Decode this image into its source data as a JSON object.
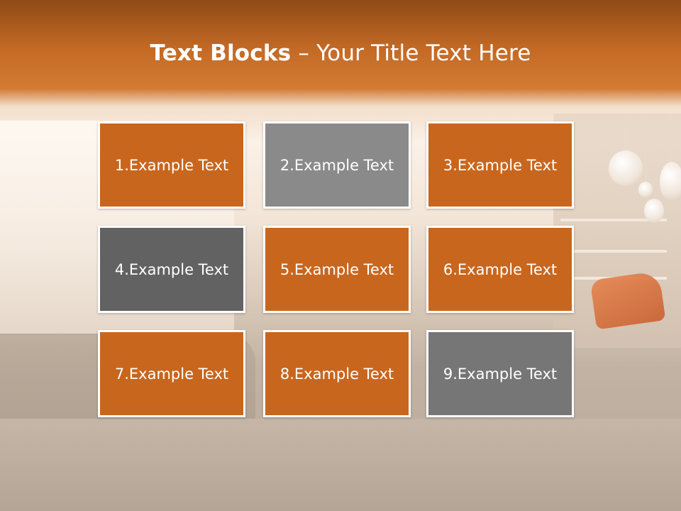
{
  "slide": {
    "title_bold": "Text Blocks",
    "title_separator": " – ",
    "title_rest": "Your Title Text Here"
  },
  "blocks": [
    {
      "label": "1.Example Text",
      "color": "#c9661d"
    },
    {
      "label": "2.Example Text",
      "color": "#8a8a8a"
    },
    {
      "label": "3.Example Text",
      "color": "#c9661d"
    },
    {
      "label": "4.Example Text",
      "color": "#626262"
    },
    {
      "label": "5.Example Text",
      "color": "#c9661d"
    },
    {
      "label": "6.Example Text",
      "color": "#c9661d"
    },
    {
      "label": "7.Example Text",
      "color": "#c9661d"
    },
    {
      "label": "8.Example Text",
      "color": "#c9661d"
    },
    {
      "label": "9.Example Text",
      "color": "#767676"
    }
  ],
  "colors": {
    "accent": "#c9661d",
    "header_top": "#8f4a16",
    "text": "#ffffff"
  }
}
